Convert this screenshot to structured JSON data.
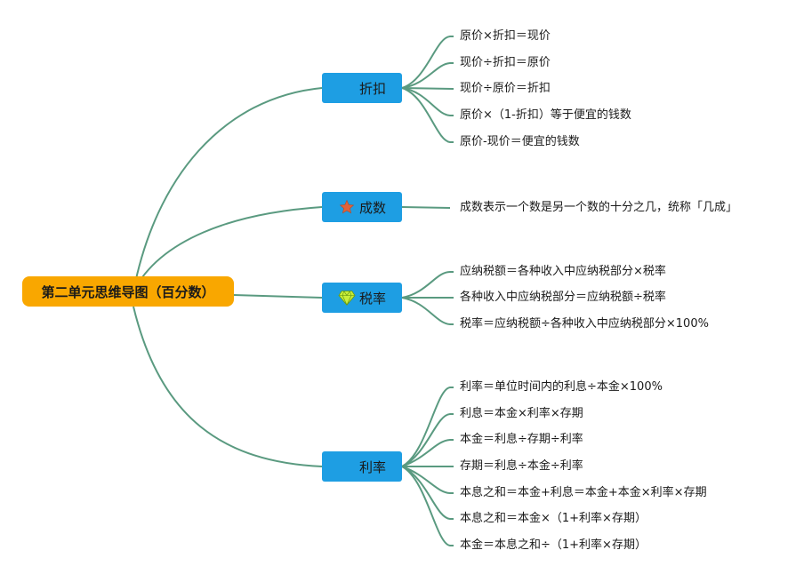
{
  "colors": {
    "root_bg": "#f9a700",
    "branch_bg": "#1e9ee3",
    "line": "#5a9a80"
  },
  "root": {
    "label": "第二单元思维导图（百分数）"
  },
  "branches": [
    {
      "label": "折扣",
      "icon": "none",
      "leaves": [
        "原价×折扣＝现价",
        "现价÷折扣＝原价",
        "现价÷原价＝折扣",
        "原价×（1-折扣）等于便宜的钱数",
        "原价-现价＝便宜的钱数"
      ]
    },
    {
      "label": "成数",
      "icon": "star-icon",
      "leaves": [
        "成数表示一个数是另一个数的十分之几，统称「几成」"
      ]
    },
    {
      "label": "税率",
      "icon": "gem-icon",
      "leaves": [
        "应纳税额＝各种收入中应纳税部分×税率",
        "各种收入中应纳税部分＝应纳税额÷税率",
        "税率＝应纳税额÷各种收入中应纳税部分×100%"
      ]
    },
    {
      "label": "利率",
      "icon": "none",
      "leaves": [
        "利率＝单位时间内的利息÷本金×100%",
        "利息＝本金×利率×存期",
        "本金＝利息÷存期÷利率",
        "存期＝利息÷本金÷利率",
        "本息之和＝本金+利息＝本金+本金×利率×存期",
        "本息之和＝本金×（1+利率×存期）",
        "本金＝本息之和÷（1+利率×存期）"
      ]
    }
  ]
}
